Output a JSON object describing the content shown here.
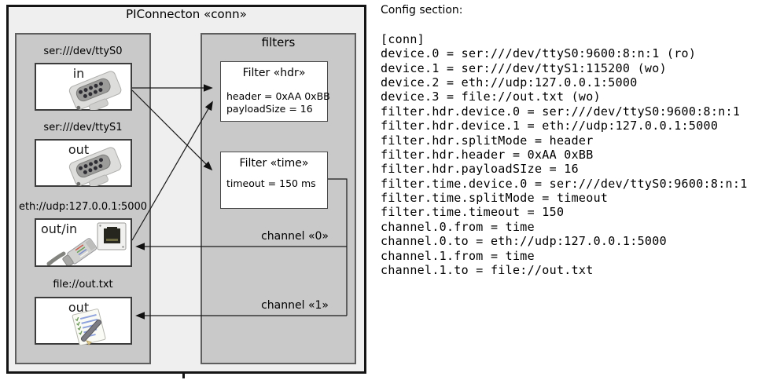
{
  "colors": {
    "page-bg": "#ffffff",
    "outer-bg": "#efefef",
    "panel-bg": "#c9c9c9",
    "box-bg": "#ffffff",
    "line-color": "#1a1a1a"
  },
  "diagram": {
    "title": "PIConnecton «conn»",
    "filters_panel_title": "filters",
    "devices": [
      {
        "label": "ser:///dev/ttyS0",
        "direction": "in",
        "icon": "db9-serial-connector"
      },
      {
        "label": "ser:///dev/ttyS1",
        "direction": "out",
        "icon": "db9-serial-connector"
      },
      {
        "label": "eth://udp:127.0.0.1:5000",
        "direction": "out/in",
        "icon": "rj45-ethernet-connector"
      },
      {
        "label": "file://out.txt",
        "direction": "out",
        "icon": "notepad-with-pen"
      }
    ],
    "filters": [
      {
        "title": "Filter «hdr»",
        "prop_0": "header = 0xAA 0xBB",
        "prop_1": "payloadSize = 16"
      },
      {
        "title": "Filter «time»",
        "prop_0": "timeout = 150 ms"
      }
    ],
    "channels": [
      {
        "label": "channel «0»"
      },
      {
        "label": "channel «1»"
      }
    ]
  },
  "config": {
    "heading": "Config section:",
    "lines": [
      "[conn]",
      "device.0 = ser:///dev/ttyS0:9600:8:n:1 (ro)",
      "device.1 = ser:///dev/ttyS1:115200 (wo)",
      "device.2 = eth://udp:127.0.0.1:5000",
      "device.3 = file://out.txt (wo)",
      "filter.hdr.device.0 = ser:///dev/ttyS0:9600:8:n:1",
      "filter.hdr.device.1 = eth://udp:127.0.0.1:5000",
      "filter.hdr.splitMode = header",
      "filter.hdr.header = 0xAA 0xBB",
      "filter.hdr.payloadSIze = 16",
      "filter.time.device.0 = ser:///dev/ttyS0:9600:8:n:1",
      "filter.time.splitMode = timeout",
      "filter.time.timeout = 150",
      "channel.0.from = time",
      "channel.0.to = eth://udp:127.0.0.1:5000",
      "channel.1.from = time",
      "channel.1.to = file://out.txt"
    ]
  }
}
